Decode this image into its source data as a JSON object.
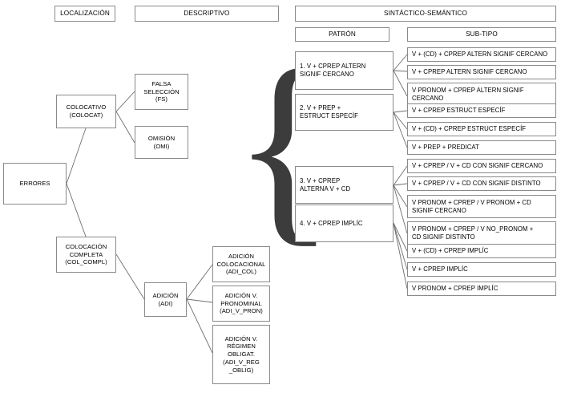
{
  "headers": [
    {
      "id": "localizacion",
      "label": "LOCALIZACIÓN"
    },
    {
      "id": "descriptivo",
      "label": "DESCRIPTIVO"
    },
    {
      "id": "sintactico-semantico",
      "label": "SINTÁCTICO-SEMÁNTICO"
    }
  ],
  "subheaders": [
    {
      "id": "patron",
      "label": "PATRÓN"
    },
    {
      "id": "sub-tipo",
      "label": "SUB-TIPO"
    }
  ],
  "tree": {
    "root": {
      "id": "errores",
      "label": "ERRORES"
    },
    "level1": [
      {
        "id": "colocativo",
        "label": "COLOCATIVO\n(COLOCAT)"
      },
      {
        "id": "colocacion-completa",
        "label": "COLOCACIÓN\nCOMPLETA\n(COL_COMPL)"
      }
    ],
    "level2": [
      {
        "id": "falsa-seleccion",
        "label": "FALSA\nSELECCIÓN\n(FS)"
      },
      {
        "id": "omision",
        "label": "OMISIÓN\n(OMI)"
      },
      {
        "id": "adicion",
        "label": "ADICIÓN\n(ADI)"
      }
    ],
    "level3": [
      {
        "id": "adicion-colocacional",
        "label": "ADICIÓN\nCOLOCACIONAL\n(ADI_COL)"
      },
      {
        "id": "adicion-v-pronominal",
        "label": "ADICIÓN V.\nPRONOMINAL\n(ADI_V_PRON)"
      },
      {
        "id": "adicion-v-regimen-obligat",
        "label": "ADICIÓN V.\nRÉGIMEN\nOBLIGAT.\n(ADI_V_REG\n_OBLIG)"
      }
    ]
  },
  "patterns": [
    {
      "id": "patron-1",
      "label": "1. V + CPREP ALTERN\nSIGNIF CERCANO"
    },
    {
      "id": "patron-2",
      "label": "2. V + PREP +\nESTRUCT ESPECÍF"
    },
    {
      "id": "patron-3",
      "label": "3. V + CPREP\nALTERNA V + CD"
    },
    {
      "id": "patron-4",
      "label": "4. V + CPREP IMPLÍC"
    }
  ],
  "subtypes": [
    {
      "id": "subtipo-1",
      "label": "V + (CD) + CPREP ALTERN SIGNIF CERCANO"
    },
    {
      "id": "subtipo-2",
      "label": "V + CPREP ALTERN SIGNIF CERCANO"
    },
    {
      "id": "subtipo-3",
      "label": "V PRONOM + CPREP ALTERN SIGNIF\nCERCANO"
    },
    {
      "id": "subtipo-4",
      "label": "V + CPREP ESTRUCT ESPECÍF"
    },
    {
      "id": "subtipo-5",
      "label": "V + (CD) + CPREP ESTRUCT ESPECÍF"
    },
    {
      "id": "subtipo-6",
      "label": "V + PREP + PREDICAT"
    },
    {
      "id": "subtipo-7",
      "label": "V + CPREP / V + CD CON SIGNIF CERCANO"
    },
    {
      "id": "subtipo-8",
      "label": "V + CPREP / V + CD CON SIGNIF DISTINTO"
    },
    {
      "id": "subtipo-9",
      "label": "V PRONOM + CPREP / V PRONOM + CD\nSIGNIF CERCANO"
    },
    {
      "id": "subtipo-10",
      "label": "V PRONOM + CPREP / V NO_PRONOM +\nCD SIGNIF DISTINTO"
    },
    {
      "id": "subtipo-11",
      "label": "V + (CD) + CPREP IMPLÍC"
    },
    {
      "id": "subtipo-12",
      "label": "V + CPREP IMPLÍC"
    },
    {
      "id": "subtipo-13",
      "label": "V PRONOM +  CPREP IMPLÍC"
    }
  ],
  "brace": {
    "id": "grouping-brace",
    "glyph": "{"
  },
  "colors": {
    "border": "#8a8a8a",
    "connector": "#6e6e6e",
    "text": "#000000",
    "background": "#ffffff"
  }
}
